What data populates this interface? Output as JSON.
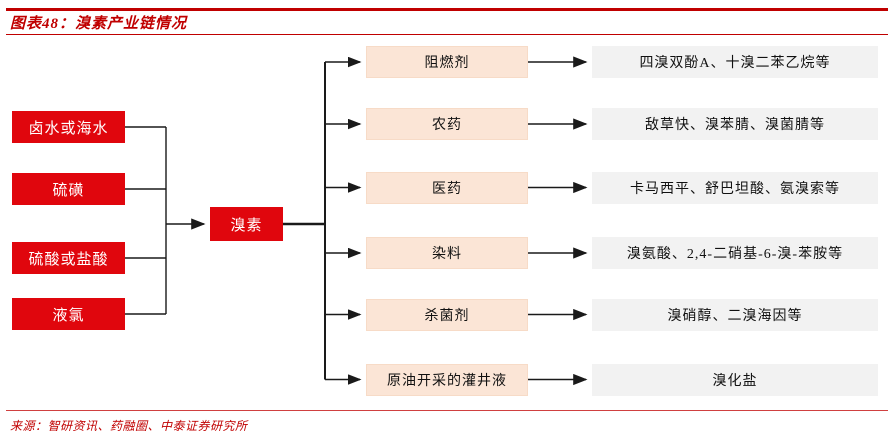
{
  "header": {
    "title": "图表48：溴素产业链情况"
  },
  "footer": {
    "source": "来源：智研资讯、药融圈、中泰证券研究所"
  },
  "colors": {
    "title_red": "#c00000",
    "red_box": "#e0060d",
    "pink_box": "#fbe5d6",
    "gray_box": "#f2f2f2",
    "line": "#1a1a1a"
  },
  "diagram": {
    "inputs": [
      {
        "label": "卤水或海水"
      },
      {
        "label": "硫磺"
      },
      {
        "label": "硫酸或盐酸"
      },
      {
        "label": "液氯"
      }
    ],
    "center": {
      "label": "溴素"
    },
    "rows": [
      {
        "category": "阻燃剂",
        "products": "四溴双酚A、十溴二苯乙烷等"
      },
      {
        "category": "农药",
        "products": "敌草快、溴苯腈、溴菌腈等"
      },
      {
        "category": "医药",
        "products": "卡马西平、舒巴坦酸、氨溴索等"
      },
      {
        "category": "染料",
        "products": "溴氨酸、2,4-二硝基-6-溴-苯胺等"
      },
      {
        "category": "杀菌剂",
        "products": "溴硝醇、二溴海因等"
      },
      {
        "category": "原油开采的灌井液",
        "products": "溴化盐"
      }
    ]
  }
}
